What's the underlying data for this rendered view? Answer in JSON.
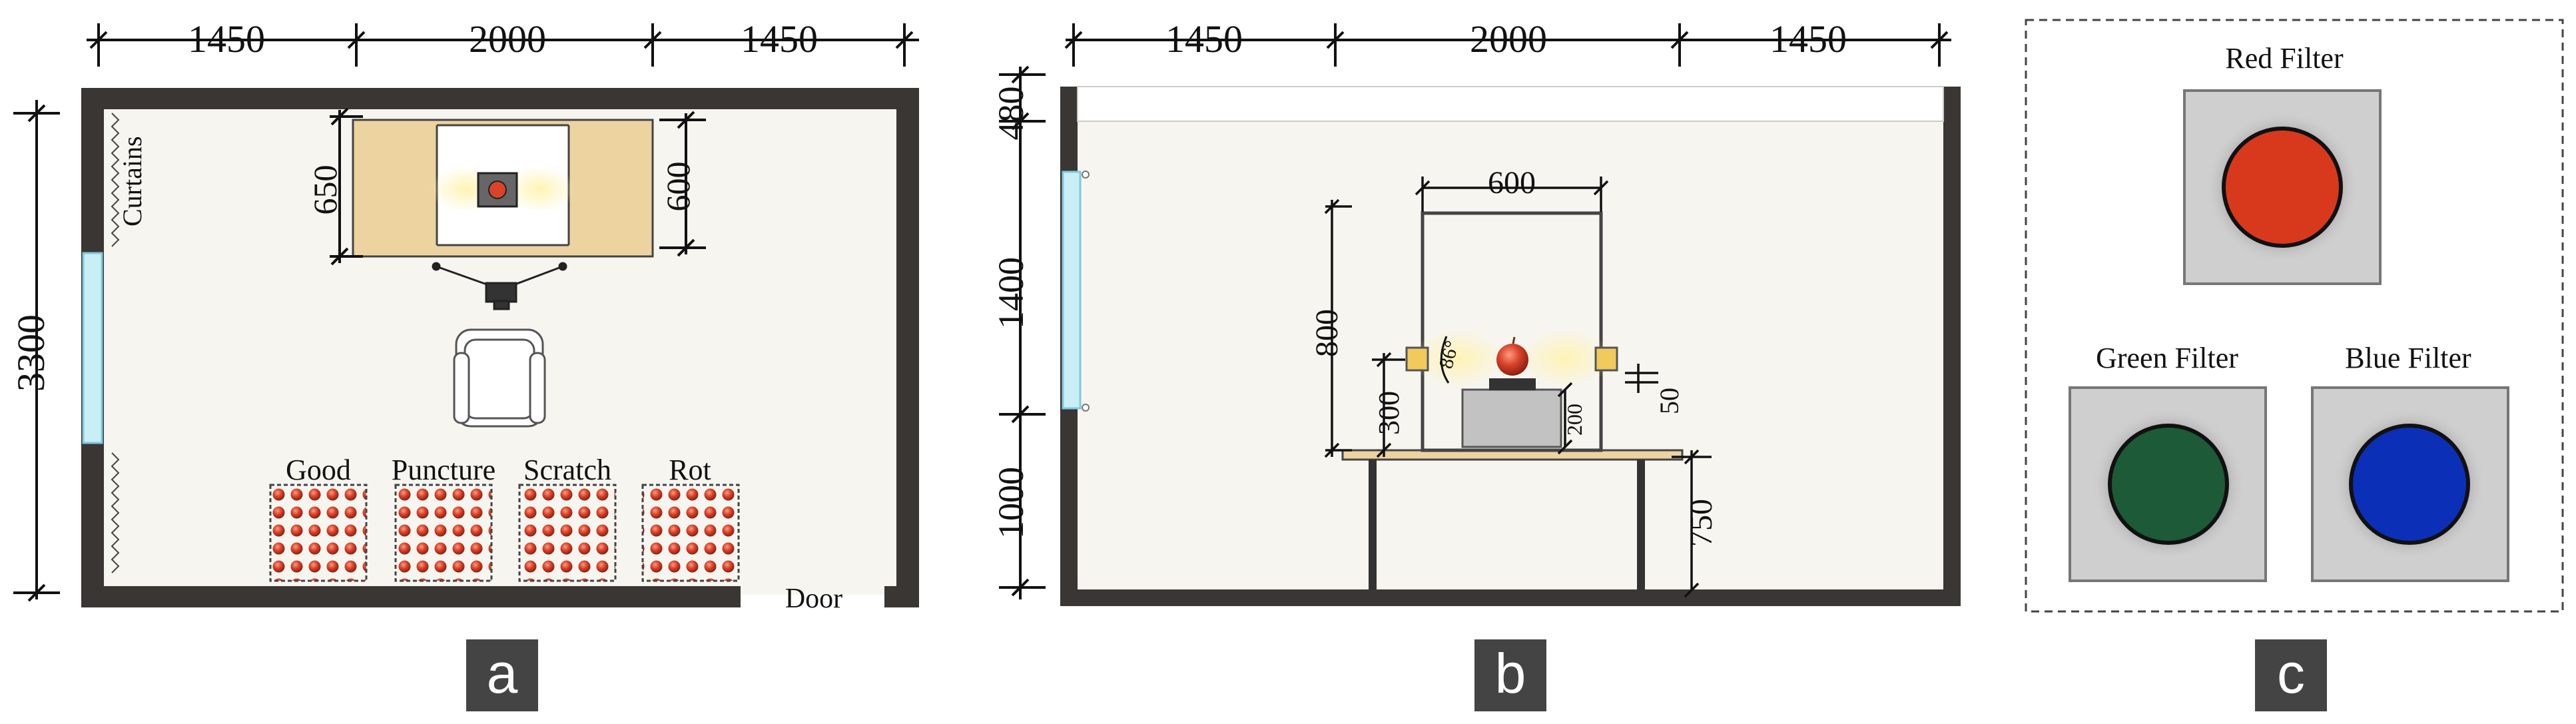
{
  "panel_a": {
    "label": "a",
    "width_dims": [
      "1450",
      "2000",
      "1450"
    ],
    "height_dim": "3300",
    "curtains": "Curtains",
    "table_depth_left": "650",
    "table_depth_right": "600",
    "door": "Door",
    "categories": [
      "Good",
      "Puncture",
      "Scratch",
      "Rot"
    ]
  },
  "panel_b": {
    "label": "b",
    "width_dims": [
      "1450",
      "2000",
      "1450"
    ],
    "height_dims": [
      "480",
      "1400",
      "1000"
    ],
    "box_width": "600",
    "box_height": "800",
    "light_height": "300",
    "angle": "86°",
    "platform_height": "200",
    "gap": "50",
    "table_height": "750"
  },
  "panel_c": {
    "label": "c",
    "filters": [
      {
        "label": "Red Filter",
        "color": "#d8391d"
      },
      {
        "label": "Green Filter",
        "color": "#1d5a38"
      },
      {
        "label": "Blue Filter",
        "color": "#0c2fb8"
      }
    ]
  },
  "colors": {
    "wall": "#3a3633",
    "floor": "#f7f5f0",
    "table": "#ecd3a0",
    "window": "#c9eef6",
    "apple": "#d8432a",
    "panel_label_bg": "#444444"
  }
}
